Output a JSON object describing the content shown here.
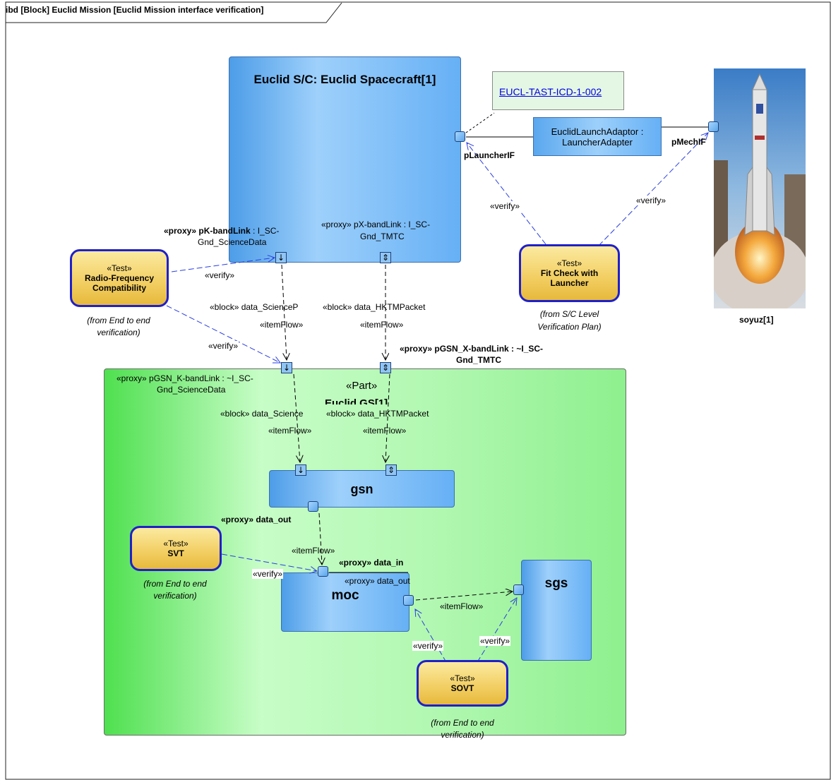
{
  "diagram_title": "ibd [Block] Euclid Mission [Euclid Mission interface verification]",
  "spacecraft": {
    "title": "Euclid S/C: Euclid Spacecraft[1]"
  },
  "note": {
    "link": "EUCL-TAST-ICD-1-002"
  },
  "adaptor": {
    "line1": "EuclidLaunchAdaptor :",
    "line2": "LauncherAdapter"
  },
  "ports": {
    "launcher_if": "pLauncherIF",
    "mech_if": "pMechIF",
    "k_band_prefix": "«proxy» pK-bandLink",
    "k_band_rest": " : I_SC-",
    "k_band_line2": "Gnd_ScienceData",
    "x_band_line1": "«proxy» pX-bandLink : I_SC-",
    "x_band_line2": "Gnd_TMTC",
    "gsn_k_line1": "«proxy» pGSN_K-bandLink : ~I_SC-",
    "gsn_k_line2": "Gnd_ScienceData",
    "gsn_x_line1": "«proxy» pGSN_X-bandLink : ~I_SC-",
    "gsn_x_line2": "Gnd_TMTC",
    "gsn_data_out": "«proxy» data_out",
    "moc_data_in": "«proxy» data_in",
    "moc_data_out": "«proxy» data_out"
  },
  "flows": {
    "science_upper": "«block» data_ScienceP",
    "hktm_upper": "«block» data_HKTMPacket",
    "science_lower": "«block» data_Science",
    "hktm_lower": "«block» data_HKTMPacket",
    "item_flow": "«itemFlow»"
  },
  "verify_label": "«verify»",
  "tests": {
    "stereotype": "«Test»",
    "rf_line1": "Radio-Frequency",
    "rf_line2": "Compatibility",
    "rf_from_1": "(from End to end",
    "rf_from_2": "verification)",
    "fit_line1": "Fit Check with",
    "fit_line2": "Launcher",
    "fit_from_1": "(from S/C Level",
    "fit_from_2": "Verification Plan)",
    "svt": "SVT",
    "svt_from_1": "(from End to end",
    "svt_from_2": "verification)",
    "sovt": "SOVT",
    "sovt_from_1": "(from End to end",
    "sovt_from_2": "verification)"
  },
  "ground_segment": {
    "stereotype": "«Part»",
    "title": "Euclid GS[1]"
  },
  "gsn": {
    "title": "gsn"
  },
  "moc": {
    "title": "moc"
  },
  "sgs": {
    "title": "sgs"
  },
  "soyuz": {
    "label": "soyuz[1]"
  },
  "port_glyphs": {
    "down_arrow": "↓",
    "bidirectional": "⇕"
  },
  "colors": {
    "block_blue": "#66b0f5",
    "test_fill": "#f3d066",
    "test_border": "#2020c8",
    "ground_segment_green": "#b0f7b0",
    "verify_link": "#2a3fe0",
    "note_fill": "#e4f7e4"
  }
}
